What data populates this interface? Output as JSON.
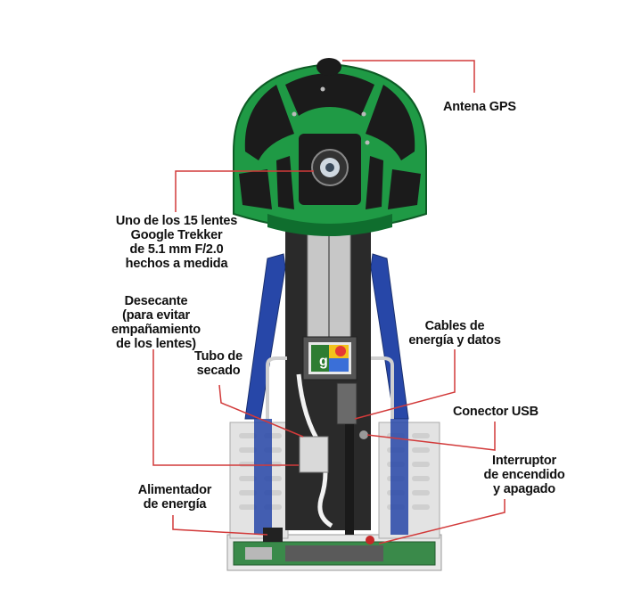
{
  "diagram": {
    "colors": {
      "green": "#1f9a45",
      "dark_green": "#137a33",
      "blue": "#2747a8",
      "callout_line": "#d23a3a",
      "frame": "#e3e3e3",
      "body": "#2a2a2a"
    },
    "labels": {
      "gps": {
        "lines": [
          "Antena GPS"
        ]
      },
      "lens": {
        "lines": [
          "Uno de los 15 lentes",
          "Google Trekker",
          "de 5.1 mm F/2.0",
          "hechos a medida"
        ]
      },
      "desiccant": {
        "lines": [
          "Desecante",
          "(para evitar",
          "empañamiento",
          "de los lentes)"
        ]
      },
      "cables": {
        "lines": [
          "Cables de",
          "energía y datos"
        ]
      },
      "drying_tube": {
        "lines": [
          "Tubo de",
          "secado"
        ]
      },
      "usb": {
        "lines": [
          "Conector USB"
        ]
      },
      "switch": {
        "lines": [
          "Interruptor",
          "de encendido",
          "y apagado"
        ]
      },
      "power": {
        "lines": [
          "Alimentador",
          "de energía"
        ]
      }
    }
  }
}
